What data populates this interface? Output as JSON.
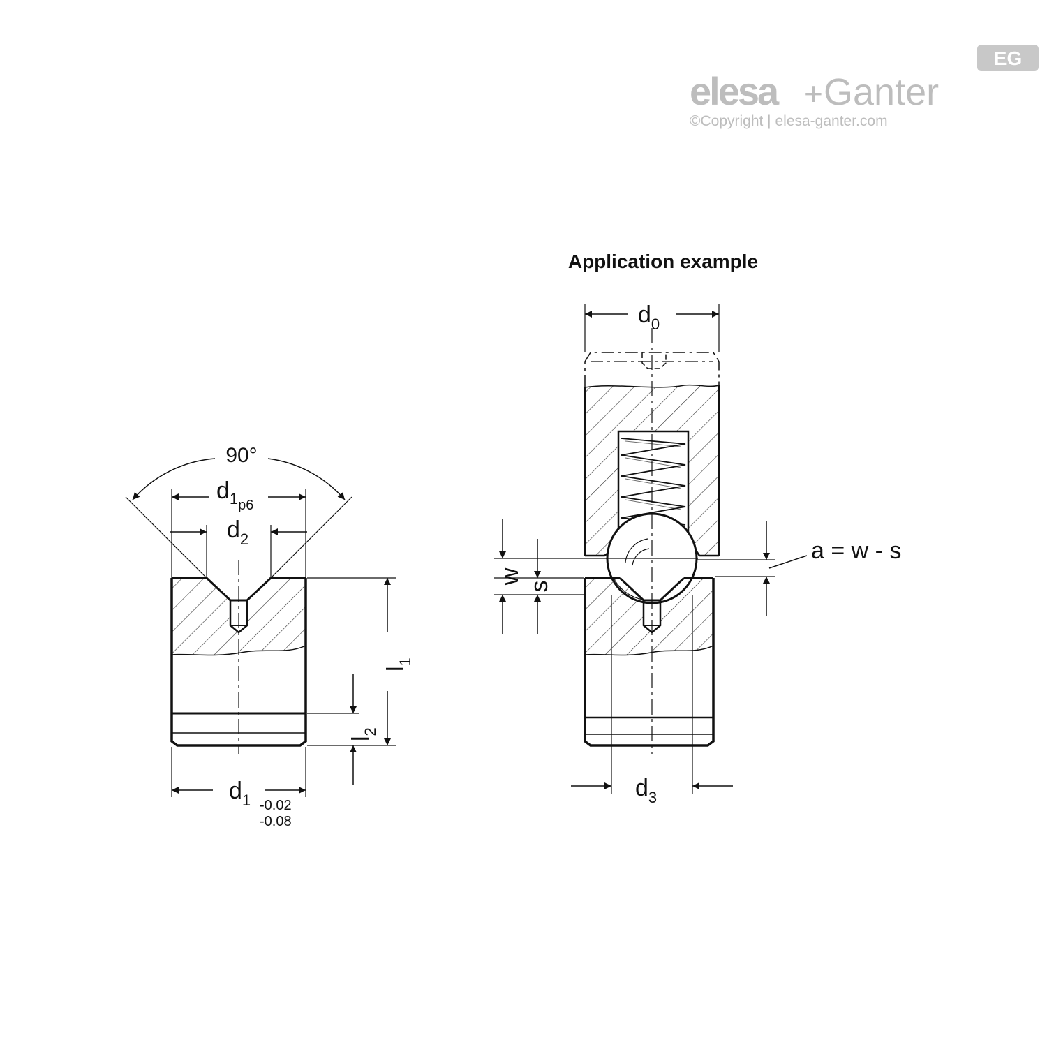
{
  "brand": {
    "logo_badge": "EG",
    "logo_word1": "elesa",
    "logo_plus": "+",
    "logo_word2": "Ganter",
    "copyright": "©Copyright | elesa-ganter.com"
  },
  "left_part": {
    "angle": "90°",
    "d1p6_main": "d",
    "d1p6_sub1": "1",
    "d1p6_sub2": "p6",
    "d2_main": "d",
    "d2_sub": "2",
    "l1_main": "l",
    "l1_sub": "1",
    "l2_main": "l",
    "l2_sub": "2",
    "d1_main": "d",
    "d1_sub": "1",
    "tol_upper": "-0.02",
    "tol_lower": "-0.08"
  },
  "application": {
    "title": "Application example",
    "d0_main": "d",
    "d0_sub": "0",
    "w": "w",
    "s": "s",
    "formula": "a = w - s",
    "d3_main": "d",
    "d3_sub": "3"
  }
}
